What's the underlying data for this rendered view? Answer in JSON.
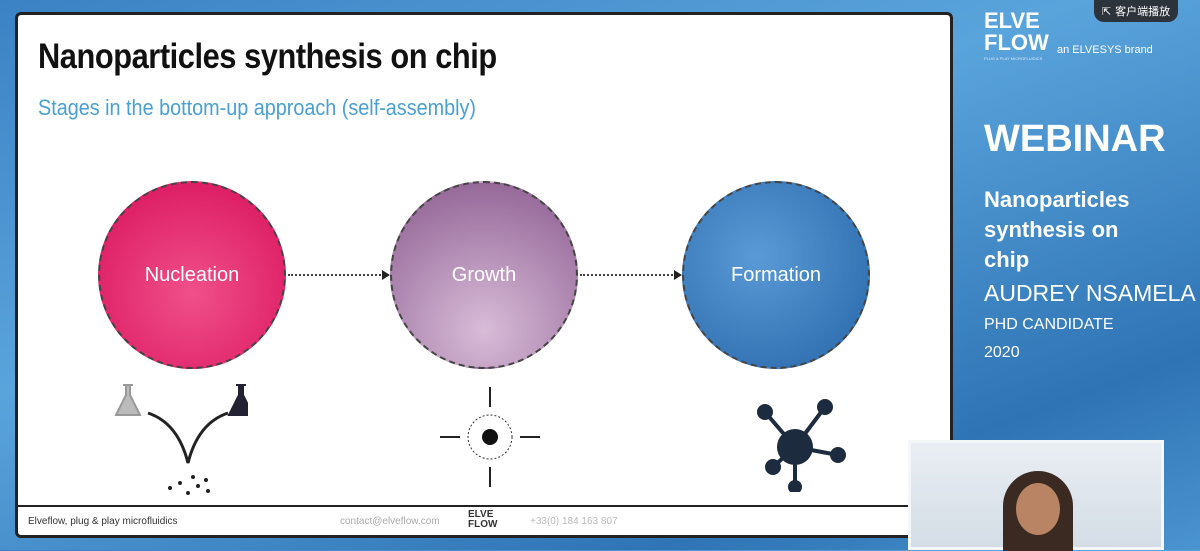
{
  "slide": {
    "title": "Nanoparticles synthesis on chip",
    "subtitle": "Stages in the bottom-up approach (self-assembly)",
    "stages": [
      "Nucleation",
      "Growth",
      "Formation"
    ],
    "footer": {
      "left": "Elveflow, plug & play microfluidics",
      "email": "contact@elveflow.com",
      "logo": "ELVE FLOW",
      "phone": "+33(0) 184 163 807"
    }
  },
  "sidebar": {
    "logo_top": "ELVE",
    "logo_bottom": "FLOW",
    "logo_tagline": "PLUG & PLAY MICROFLUIDICS",
    "brand": "an ELVESYS brand",
    "heading": "WEBINAR",
    "topic": "Nanoparticles synthesis on chip",
    "speaker": "AUDREY NSAMELA",
    "role": "PHD CANDIDATE",
    "year": "2020"
  },
  "player": {
    "open_client_label": "客户端播放"
  }
}
